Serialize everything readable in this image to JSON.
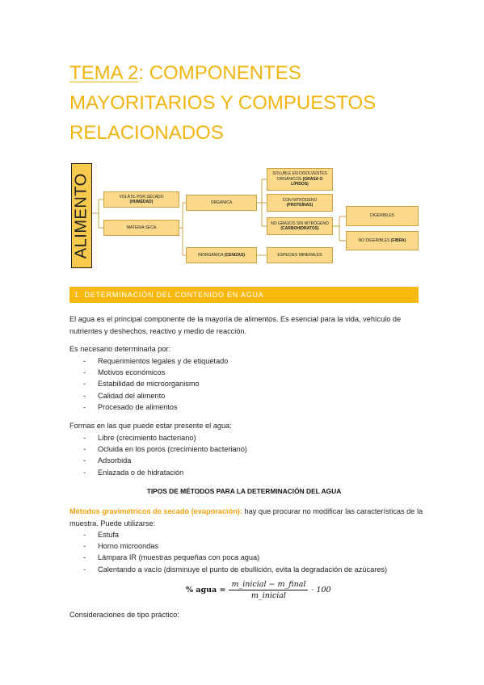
{
  "title": {
    "prefix": "TEMA 2",
    "rest": ": COMPONENTES MAYORITARIOS Y COMPUESTOS RELACIONADOS"
  },
  "diagram": {
    "root": "ALIMENTO",
    "volatil": {
      "a": "VOLÁTIL POR SECADO",
      "b": "(HUMEDAD)"
    },
    "materia_seca": "MATERIA SECA",
    "organica": "ORGÁNICA",
    "inorganica": {
      "a": "INORGÁNICA",
      "b": "(CENIZAS)"
    },
    "solubles": {
      "a": "SOLUBLE EN DISOLVENTES ORGÁNICOS",
      "b": "(GRASA O LÍPIDOS)"
    },
    "nitrogeno": {
      "a": "CON NITRÓGENO",
      "b": "(PROTEÍNAS)"
    },
    "no_grasos": {
      "a": "NO GRASOS SIN NITRÓGENO",
      "b": "(CARBOHIDRATOS)"
    },
    "minerales": "ESPECIES MINERALES",
    "digeribles": "DIGERIBLES",
    "no_digeribles": {
      "a": "NO DIGERIBLES",
      "b": "(FIBRA)"
    }
  },
  "section1": {
    "heading": "1. DETERMINACIÓN DEL CONTENIDO EN AGUA"
  },
  "intro": "El agua es el principal componente de la mayoría de alimentos. Es esencial para la vida, vehículo de nutrientes y deshechos, reactivo y medio de reacción.",
  "necesario": {
    "lead": "Es necesario determinarla por:",
    "items": [
      "Requerimientos legales y de etiquetado",
      "Motivos económicos",
      "Estabilidad de microorganismo",
      "Calidad del alimento",
      "Procesado de alimentos"
    ]
  },
  "formas": {
    "lead": "Formas en las que puede estar presente el agua:",
    "items": [
      "Libre (crecimiento bacteriano)",
      "Ocluida en los poros (crecimiento bacteriano)",
      "Adsorbida",
      "Enlazada o de hidratación"
    ]
  },
  "tipos_heading": "TIPOS DE MÉTODOS PARA LA DETERMINACIÓN DEL AGUA",
  "gravimetricos": {
    "label": "Métodos gravimétricos de secado (evaporación):",
    "text": " hay que procurar no modificar las características de la muestra. Puede utilizarse:",
    "items": [
      "Estufa",
      "Horno microondas",
      "Lámpara IR (muestras pequeñas con poca agua)",
      "Calentando a vacío (disminuye el punto de ebullición, evita la degradación de azúcares)"
    ]
  },
  "formula": {
    "lhs": "% agua =",
    "num": "m_inicial − m_final",
    "den": "m_inicial",
    "rhs": "· 100"
  },
  "consideraciones": "Consideraciones de tipo práctico:"
}
